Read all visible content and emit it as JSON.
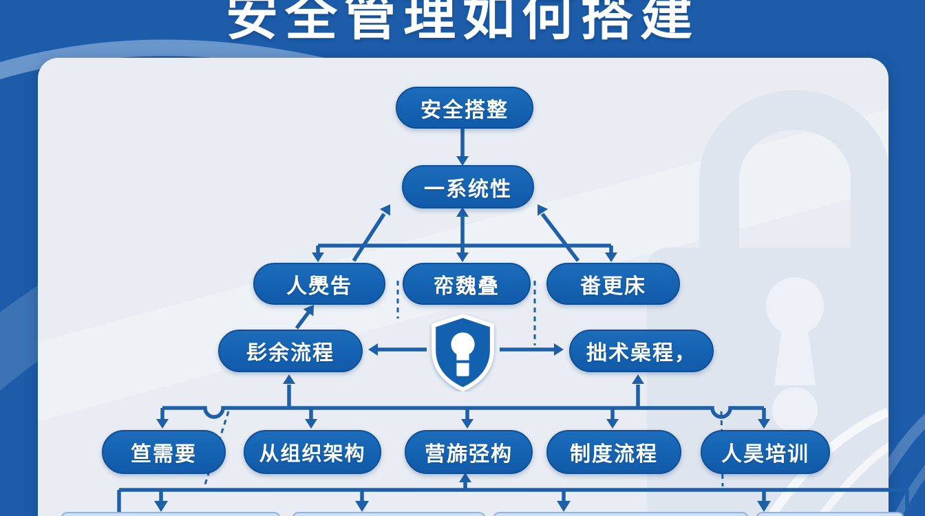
{
  "title": "安全管理如何搭建",
  "nodes": {
    "n1": {
      "label": "安全搭整"
    },
    "n2": {
      "label": "一系统性"
    },
    "n3": {
      "label": "人爂吿"
    },
    "n4": {
      "label": "帟魏叠"
    },
    "n5": {
      "label": "畨更床"
    },
    "n6": {
      "label": "髟余流程"
    },
    "n7": {
      "label": "拙术喿程，"
    },
    "n8": {
      "label": "笪需要"
    },
    "n9": {
      "label": "从组织架构"
    },
    "n10": {
      "label": "营旆弪构"
    },
    "n11": {
      "label": "制度流程"
    },
    "n12": {
      "label": "人昊培训"
    }
  },
  "icons": {
    "center": "shield-keyhole-icon",
    "background": "padlock-watermark-icon"
  },
  "colors": {
    "background_blue": "#1c5ca9",
    "card_background": "#e9edf3",
    "node_fill": "#1462b1",
    "node_border": "#0e4f98",
    "arrow": "#1d5fa9",
    "text": "#ffffff",
    "watermark": "#dfe5ef",
    "bottom_stub_fill": "#cfdff4",
    "bottom_stub_border": "#8fb4e2"
  }
}
